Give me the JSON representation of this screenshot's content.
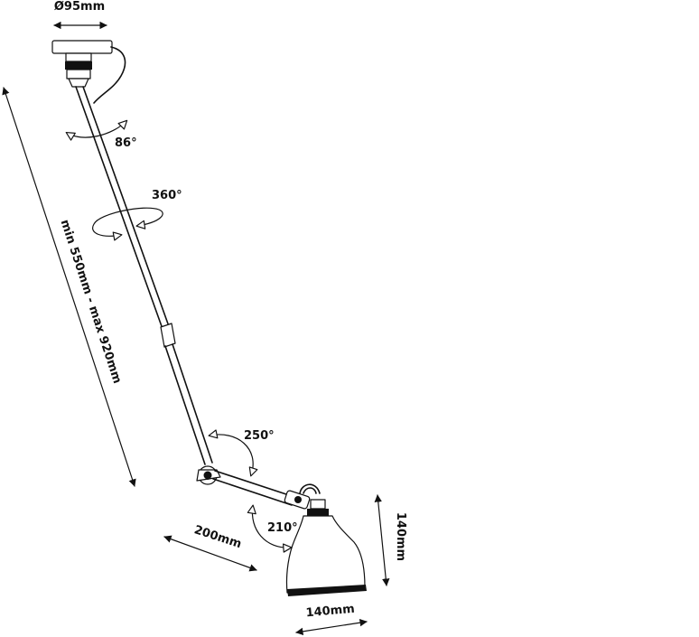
{
  "diagram": {
    "labels": {
      "base_diameter": "Ø95mm",
      "rotation_top": "86°",
      "rotation_arm": "360°",
      "length_range": "min 550mm - max 920mm",
      "rotation_elbow": "250°",
      "rotation_head": "210°",
      "arm_length": "200mm",
      "shade_height": "140mm",
      "shade_width": "140mm"
    },
    "colors": {
      "line": "#111111",
      "background": "#ffffff"
    }
  }
}
